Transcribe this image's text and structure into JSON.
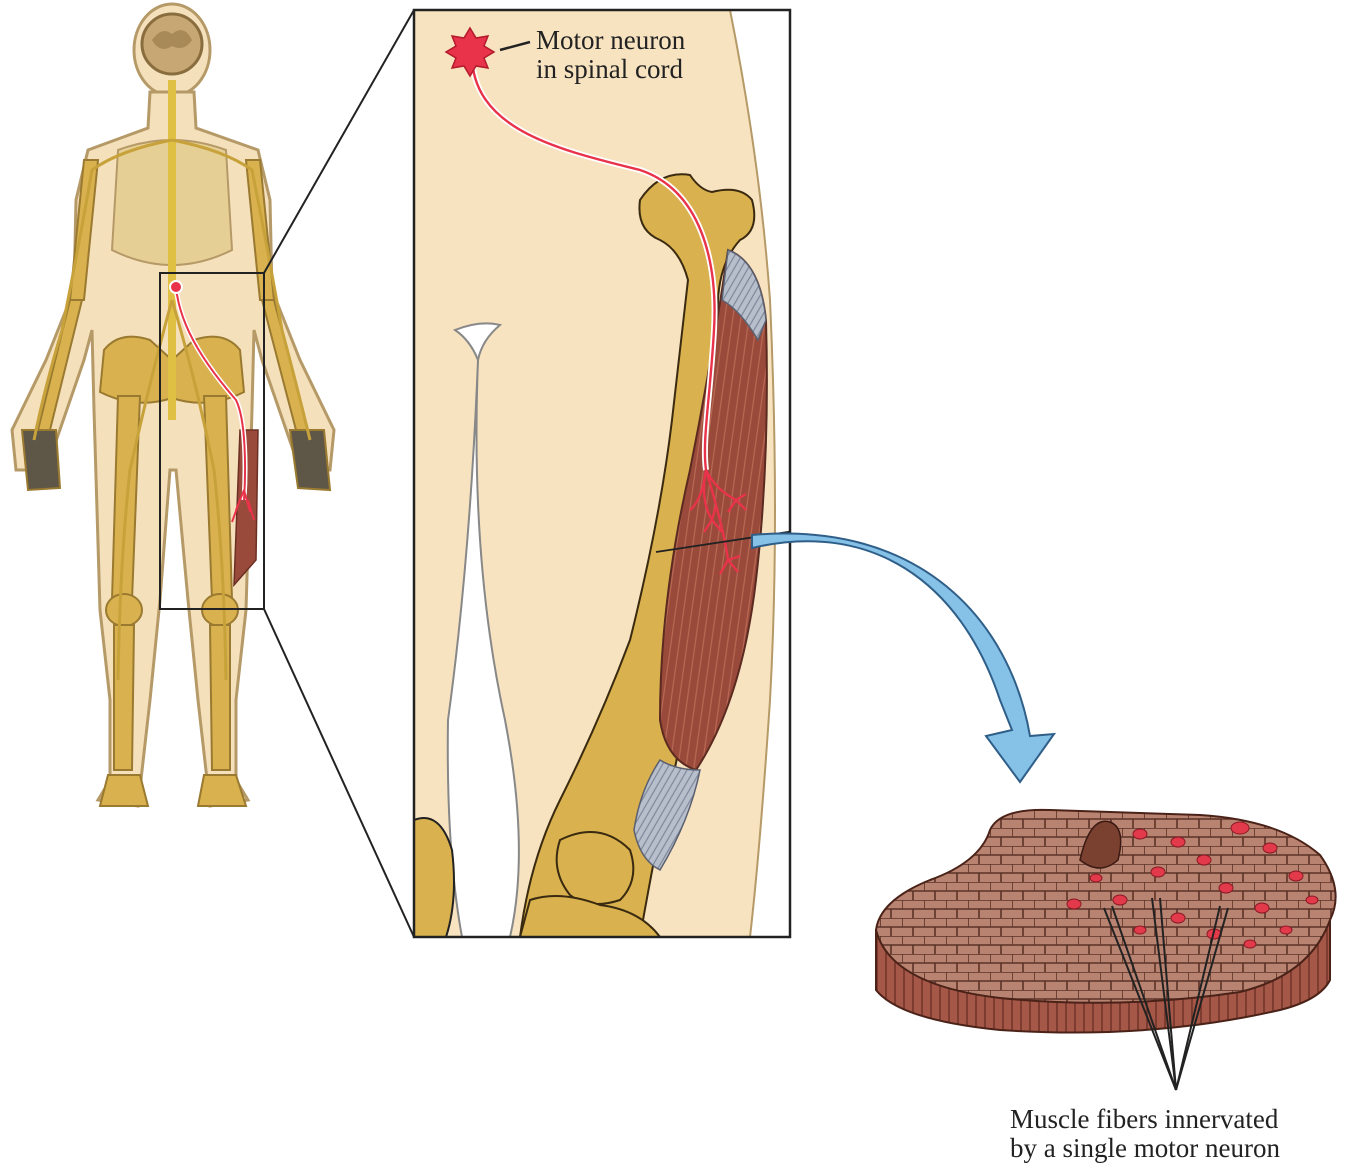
{
  "labels": {
    "motor_neuron": {
      "line1": "Motor neuron",
      "line2": "in spinal cord"
    },
    "muscle_fibers": {
      "line1": "Muscle fibers innervated",
      "line2": "by a single motor neuron"
    }
  },
  "colors": {
    "skin": "#f5e0bc",
    "bone": "#d9b14e",
    "muscle": "#9a4a3a",
    "neuron": "#e8334a",
    "arrow": "#86c1e8",
    "outline": "#222222"
  }
}
